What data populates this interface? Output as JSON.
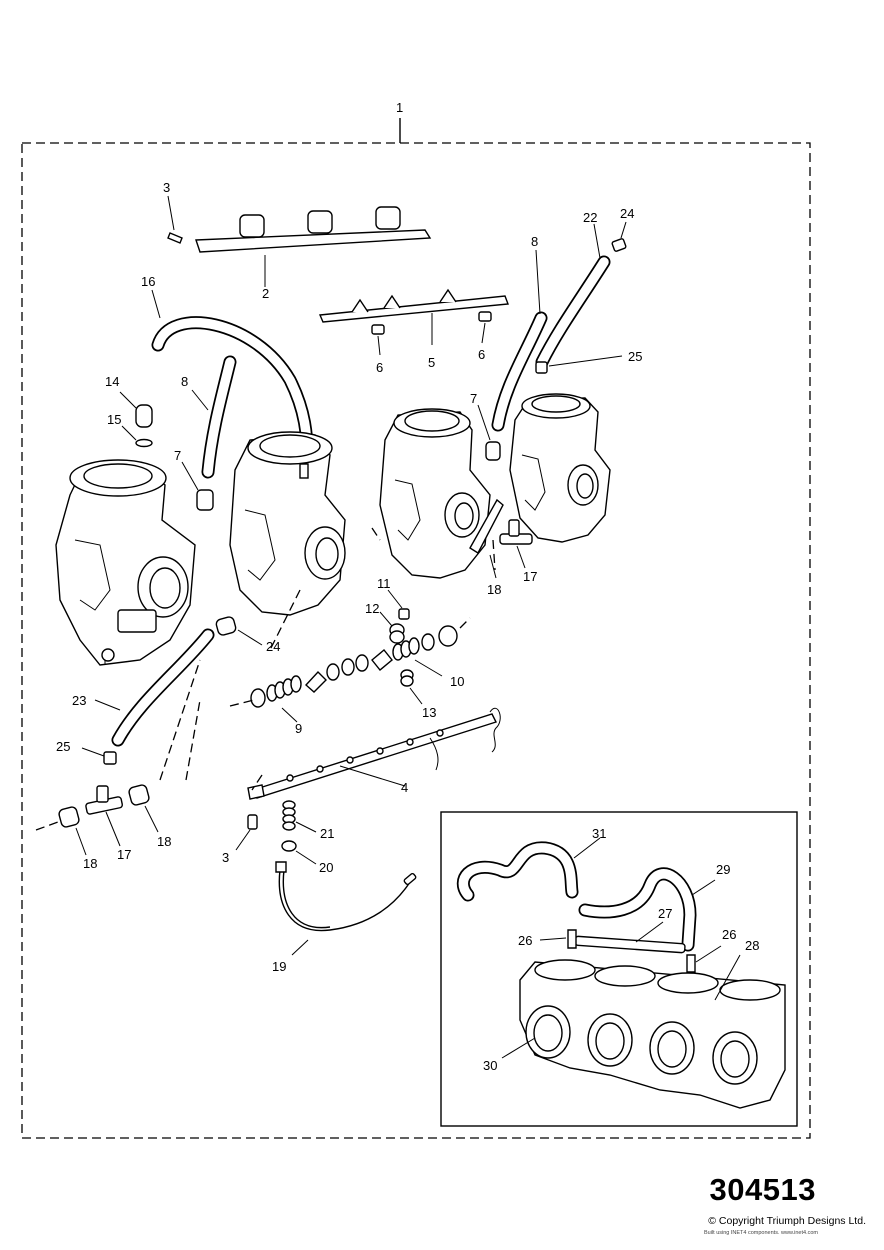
{
  "diagram": {
    "reference_number": "304513",
    "copyright": "© Copyright Triumph Designs Ltd.",
    "built_using": "Built using INET4 components. www.inet4.com",
    "callouts": {
      "c1": "1",
      "c2": "2",
      "c3a": "3",
      "c3b": "3",
      "c4": "4",
      "c5": "5",
      "c6a": "6",
      "c6b": "6",
      "c7a": "7",
      "c7b": "7",
      "c8a": "8",
      "c8b": "8",
      "c9": "9",
      "c10": "10",
      "c11": "11",
      "c12": "12",
      "c13": "13",
      "c14": "14",
      "c15": "15",
      "c16": "16",
      "c17a": "17",
      "c17b": "17",
      "c18a": "18",
      "c18b": "18",
      "c18c": "18",
      "c19": "19",
      "c20": "20",
      "c21": "21",
      "c22": "22",
      "c23": "23",
      "c24a": "24",
      "c24b": "24",
      "c25a": "25",
      "c25b": "25",
      "c26a": "26",
      "c26b": "26",
      "c27": "27",
      "c28": "28",
      "c29": "29",
      "c30": "30",
      "c31": "31"
    }
  }
}
